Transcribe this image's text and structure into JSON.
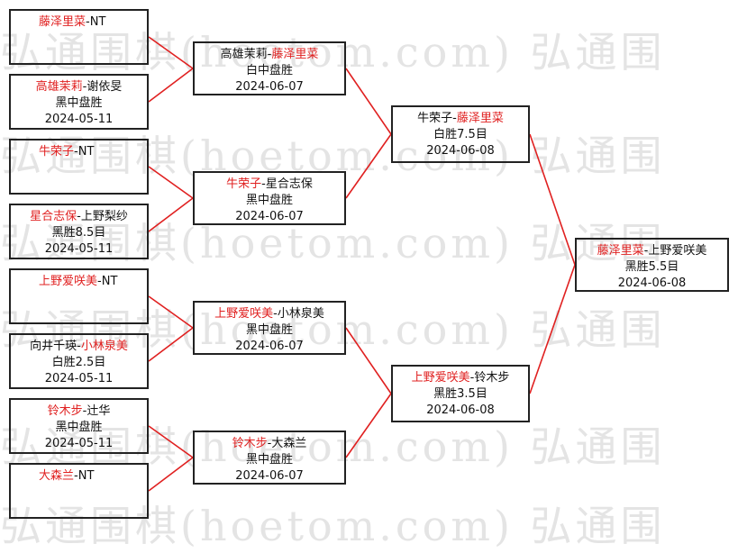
{
  "watermark": "弘通围棋(hoetom.com) 弘通围",
  "colors": {
    "winner": "#e02020",
    "text": "#111111",
    "connector": "#e02020",
    "border": "#222222"
  },
  "round1": [
    {
      "p1": "藤泽里菜",
      "sep": "-",
      "p2": "NT",
      "winner": 1,
      "result": "",
      "date": ""
    },
    {
      "p1": "高雄茉莉",
      "sep": "-",
      "p2": "谢依旻",
      "winner": 1,
      "result": "黑中盘胜",
      "date": "2024-05-11"
    },
    {
      "p1": "牛荣子",
      "sep": "-",
      "p2": "NT",
      "winner": 1,
      "result": "",
      "date": ""
    },
    {
      "p1": "星合志保",
      "sep": "-",
      "p2": "上野梨纱",
      "winner": 1,
      "result": "黑胜8.5目",
      "date": "2024-05-11"
    },
    {
      "p1": "上野爱咲美",
      "sep": "-",
      "p2": "NT",
      "winner": 1,
      "result": "",
      "date": ""
    },
    {
      "p1": "向井千瑛",
      "sep": "-",
      "p2": "小林泉美",
      "winner": 2,
      "result": "白胜2.5目",
      "date": "2024-05-11"
    },
    {
      "p1": "铃木步",
      "sep": "-",
      "p2": "辻华",
      "winner": 1,
      "result": "黑中盘胜",
      "date": "2024-05-11"
    },
    {
      "p1": "大森兰",
      "sep": "-",
      "p2": "NT",
      "winner": 1,
      "result": "",
      "date": ""
    }
  ],
  "round2": [
    {
      "p1": "高雄茉莉",
      "sep": "-",
      "p2": "藤泽里菜",
      "winner": 2,
      "result": "白中盘胜",
      "date": "2024-06-07"
    },
    {
      "p1": "牛荣子",
      "sep": "-",
      "p2": "星合志保",
      "winner": 1,
      "result": "黑中盘胜",
      "date": "2024-06-07"
    },
    {
      "p1": "上野爱咲美",
      "sep": "-",
      "p2": "小林泉美",
      "winner": 1,
      "result": "黑中盘胜",
      "date": "2024-06-07"
    },
    {
      "p1": "铃木步",
      "sep": "-",
      "p2": "大森兰",
      "winner": 1,
      "result": "黑中盘胜",
      "date": "2024-06-07"
    }
  ],
  "round3": [
    {
      "p1": "牛荣子",
      "sep": "-",
      "p2": "藤泽里菜",
      "winner": 2,
      "result": "白胜7.5目",
      "date": "2024-06-08"
    },
    {
      "p1": "上野爱咲美",
      "sep": "-",
      "p2": "铃木步",
      "winner": 1,
      "result": "黑胜3.5目",
      "date": "2024-06-08"
    }
  ],
  "final": [
    {
      "p1": "藤泽里菜",
      "sep": "-",
      "p2": "上野爱咲美",
      "winner": 1,
      "result": "黑胜5.5目",
      "date": "2024-06-08"
    }
  ]
}
